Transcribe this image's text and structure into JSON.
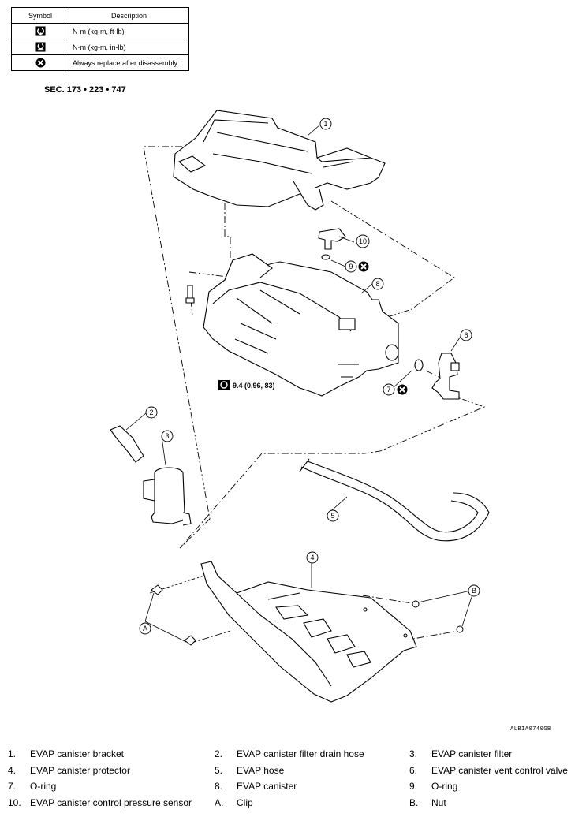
{
  "symbol_table": {
    "header_symbol": "Symbol",
    "header_description": "Description",
    "rows": [
      {
        "icon": "torque-ftlb-icon",
        "description": "N·m (kg-m, ft-lb)"
      },
      {
        "icon": "torque-inlb-icon",
        "description": "N·m (kg-m, in-lb)"
      },
      {
        "icon": "always-replace-icon",
        "description": "Always replace after disassembly."
      }
    ]
  },
  "section": "SEC. 173 • 223 • 747",
  "torque_spec": "9.4 (0.96, 83)",
  "callouts": [
    "1",
    "2",
    "3",
    "4",
    "5",
    "6",
    "7",
    "8",
    "9",
    "10",
    "A",
    "B"
  ],
  "drawing_code": "ALBIA0740GB",
  "legend": [
    [
      {
        "num": "1.",
        "text": "EVAP canister bracket"
      },
      {
        "num": "2.",
        "text": "EVAP canister filter drain hose"
      },
      {
        "num": "3.",
        "text": "EVAP canister filter"
      }
    ],
    [
      {
        "num": "4.",
        "text": "EVAP canister protector"
      },
      {
        "num": "5.",
        "text": "EVAP hose"
      },
      {
        "num": "6.",
        "text": "EVAP canister vent control valve"
      }
    ],
    [
      {
        "num": "7.",
        "text": "O-ring"
      },
      {
        "num": "8.",
        "text": "EVAP canister"
      },
      {
        "num": "9.",
        "text": "O-ring"
      }
    ],
    [
      {
        "num": "10.",
        "text": "EVAP canister control pressure sensor"
      },
      {
        "num": "A.",
        "text": "Clip"
      },
      {
        "num": "B.",
        "text": "Nut"
      }
    ]
  ]
}
